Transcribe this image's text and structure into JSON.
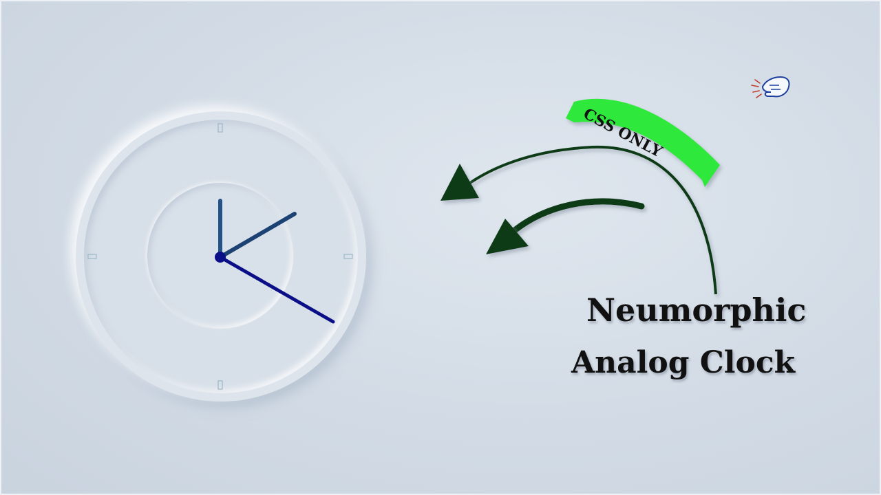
{
  "title": {
    "line1": "Neumorphic",
    "line2": "Analog Clock"
  },
  "badge": {
    "label": "CSS ONLY",
    "color": "#2ee83a"
  },
  "clock": {
    "hour_hand_color": "#23518a",
    "minute_hand_color": "#1c4273",
    "second_hand_color": "#0b0f87",
    "tick_color": "#9bb8c6"
  },
  "arrows": {
    "color": "#0f3a12"
  },
  "icons": {
    "pointer": "pointing-hand-icon"
  }
}
